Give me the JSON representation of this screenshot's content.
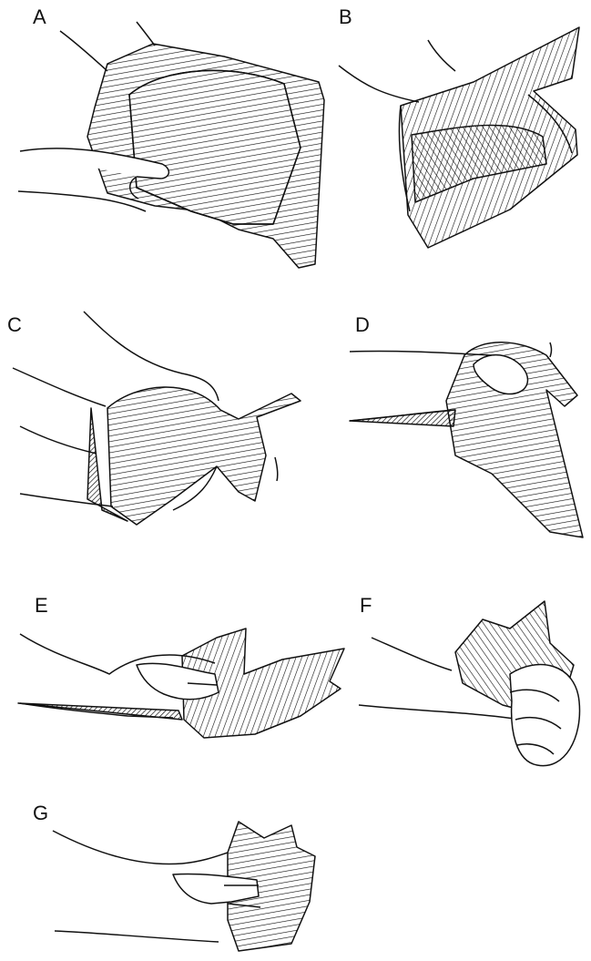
{
  "panels": [
    {
      "label": "A"
    },
    {
      "label": "B"
    },
    {
      "label": "C"
    },
    {
      "label": "D"
    },
    {
      "label": "E"
    },
    {
      "label": "F"
    },
    {
      "label": "G"
    }
  ],
  "colors": {
    "ink": "#111111",
    "background": "#ffffff"
  }
}
